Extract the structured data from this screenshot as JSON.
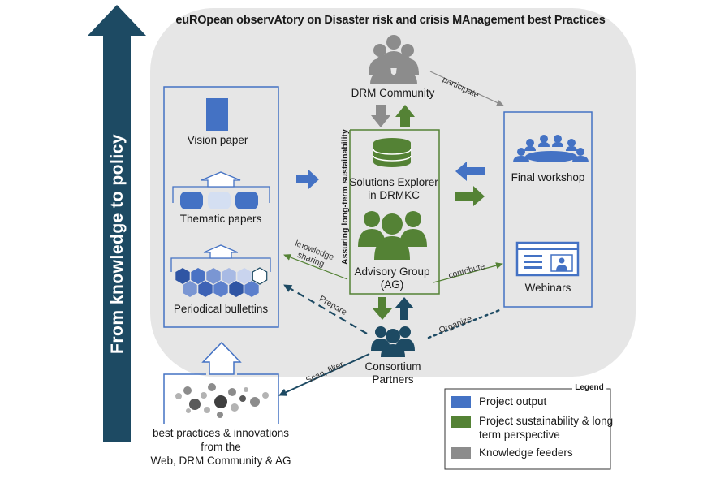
{
  "title": "euROpean observAtory on Disaster risk and crisis MAnagement best Practices",
  "side_arrow_label": "From knowledge to policy",
  "outputs": {
    "vision_paper": "Vision paper",
    "thematic_papers": "Thematic papers",
    "periodical_bulletins": "Periodical bullettins"
  },
  "center": {
    "drm_community": "DRM Community",
    "solutions_explorer_line1": "Solutions Explorer",
    "solutions_explorer_line2": "in DRMKC",
    "sustainability_label": "Assuring long-term sustainability",
    "advisory_group_line1": "Advisory Group",
    "advisory_group_line2": "(AG)",
    "consortium_line1": "Consortium",
    "consortium_line2": "Partners"
  },
  "right": {
    "final_workshop": "Final workshop",
    "webinars": "Webinars"
  },
  "bottom_box": {
    "line1": "best practices & innovations",
    "line2": "from the",
    "line3": "Web, DRM Community & AG"
  },
  "edge_labels": {
    "participate": "participate",
    "knowledge_line1": "knowledge",
    "knowledge_line2": "sharing",
    "contribute": "contribute",
    "prepare": "Prepare",
    "organize": "Organize",
    "scan_filter": "Scan, filter"
  },
  "legend": {
    "title": "Legend",
    "items": [
      {
        "label_line1": "Project output",
        "label_line2": "",
        "color": "#4472c4"
      },
      {
        "label_line1": "Project sustainability & long",
        "label_line2": "term perspective",
        "color": "#548235"
      },
      {
        "label_line1": "Knowledge feeders",
        "label_line2": "",
        "color": "#8c8c8c"
      }
    ]
  },
  "colors": {
    "blue": "#4472c4",
    "green": "#548235",
    "dark_teal": "#1d4a63",
    "grey": "#8c8c8c",
    "background": "#e6e6e6"
  }
}
